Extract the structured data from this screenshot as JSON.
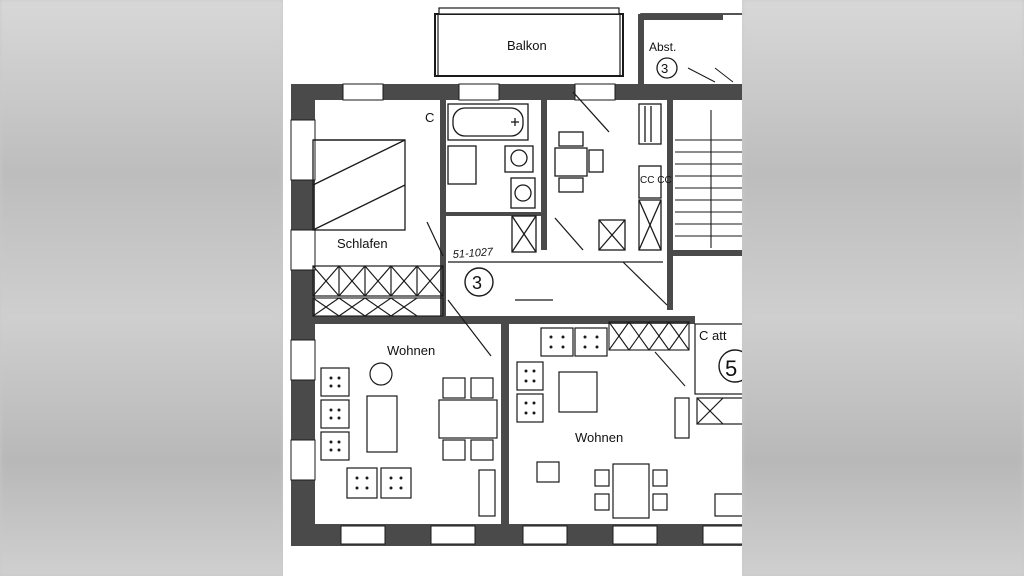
{
  "plan": {
    "room_labels": {
      "balkon": "Balkon",
      "abst": "Abst.",
      "schlafen": "Schlafen",
      "wohnen_left": "Wohnen",
      "wohnen_right": "Wohnen"
    },
    "unit_numbers": {
      "abst": "3",
      "hall": "3",
      "right": "5"
    },
    "handwritten_note": "51-1027",
    "fragment_right": "C att",
    "marker_bedroom": "C",
    "stove_label": "CC CC"
  },
  "colors": {
    "paper": "#ffffff",
    "wall": "#4a4a4a",
    "line": "#1a1a1a",
    "background": "#c9c9c9"
  }
}
